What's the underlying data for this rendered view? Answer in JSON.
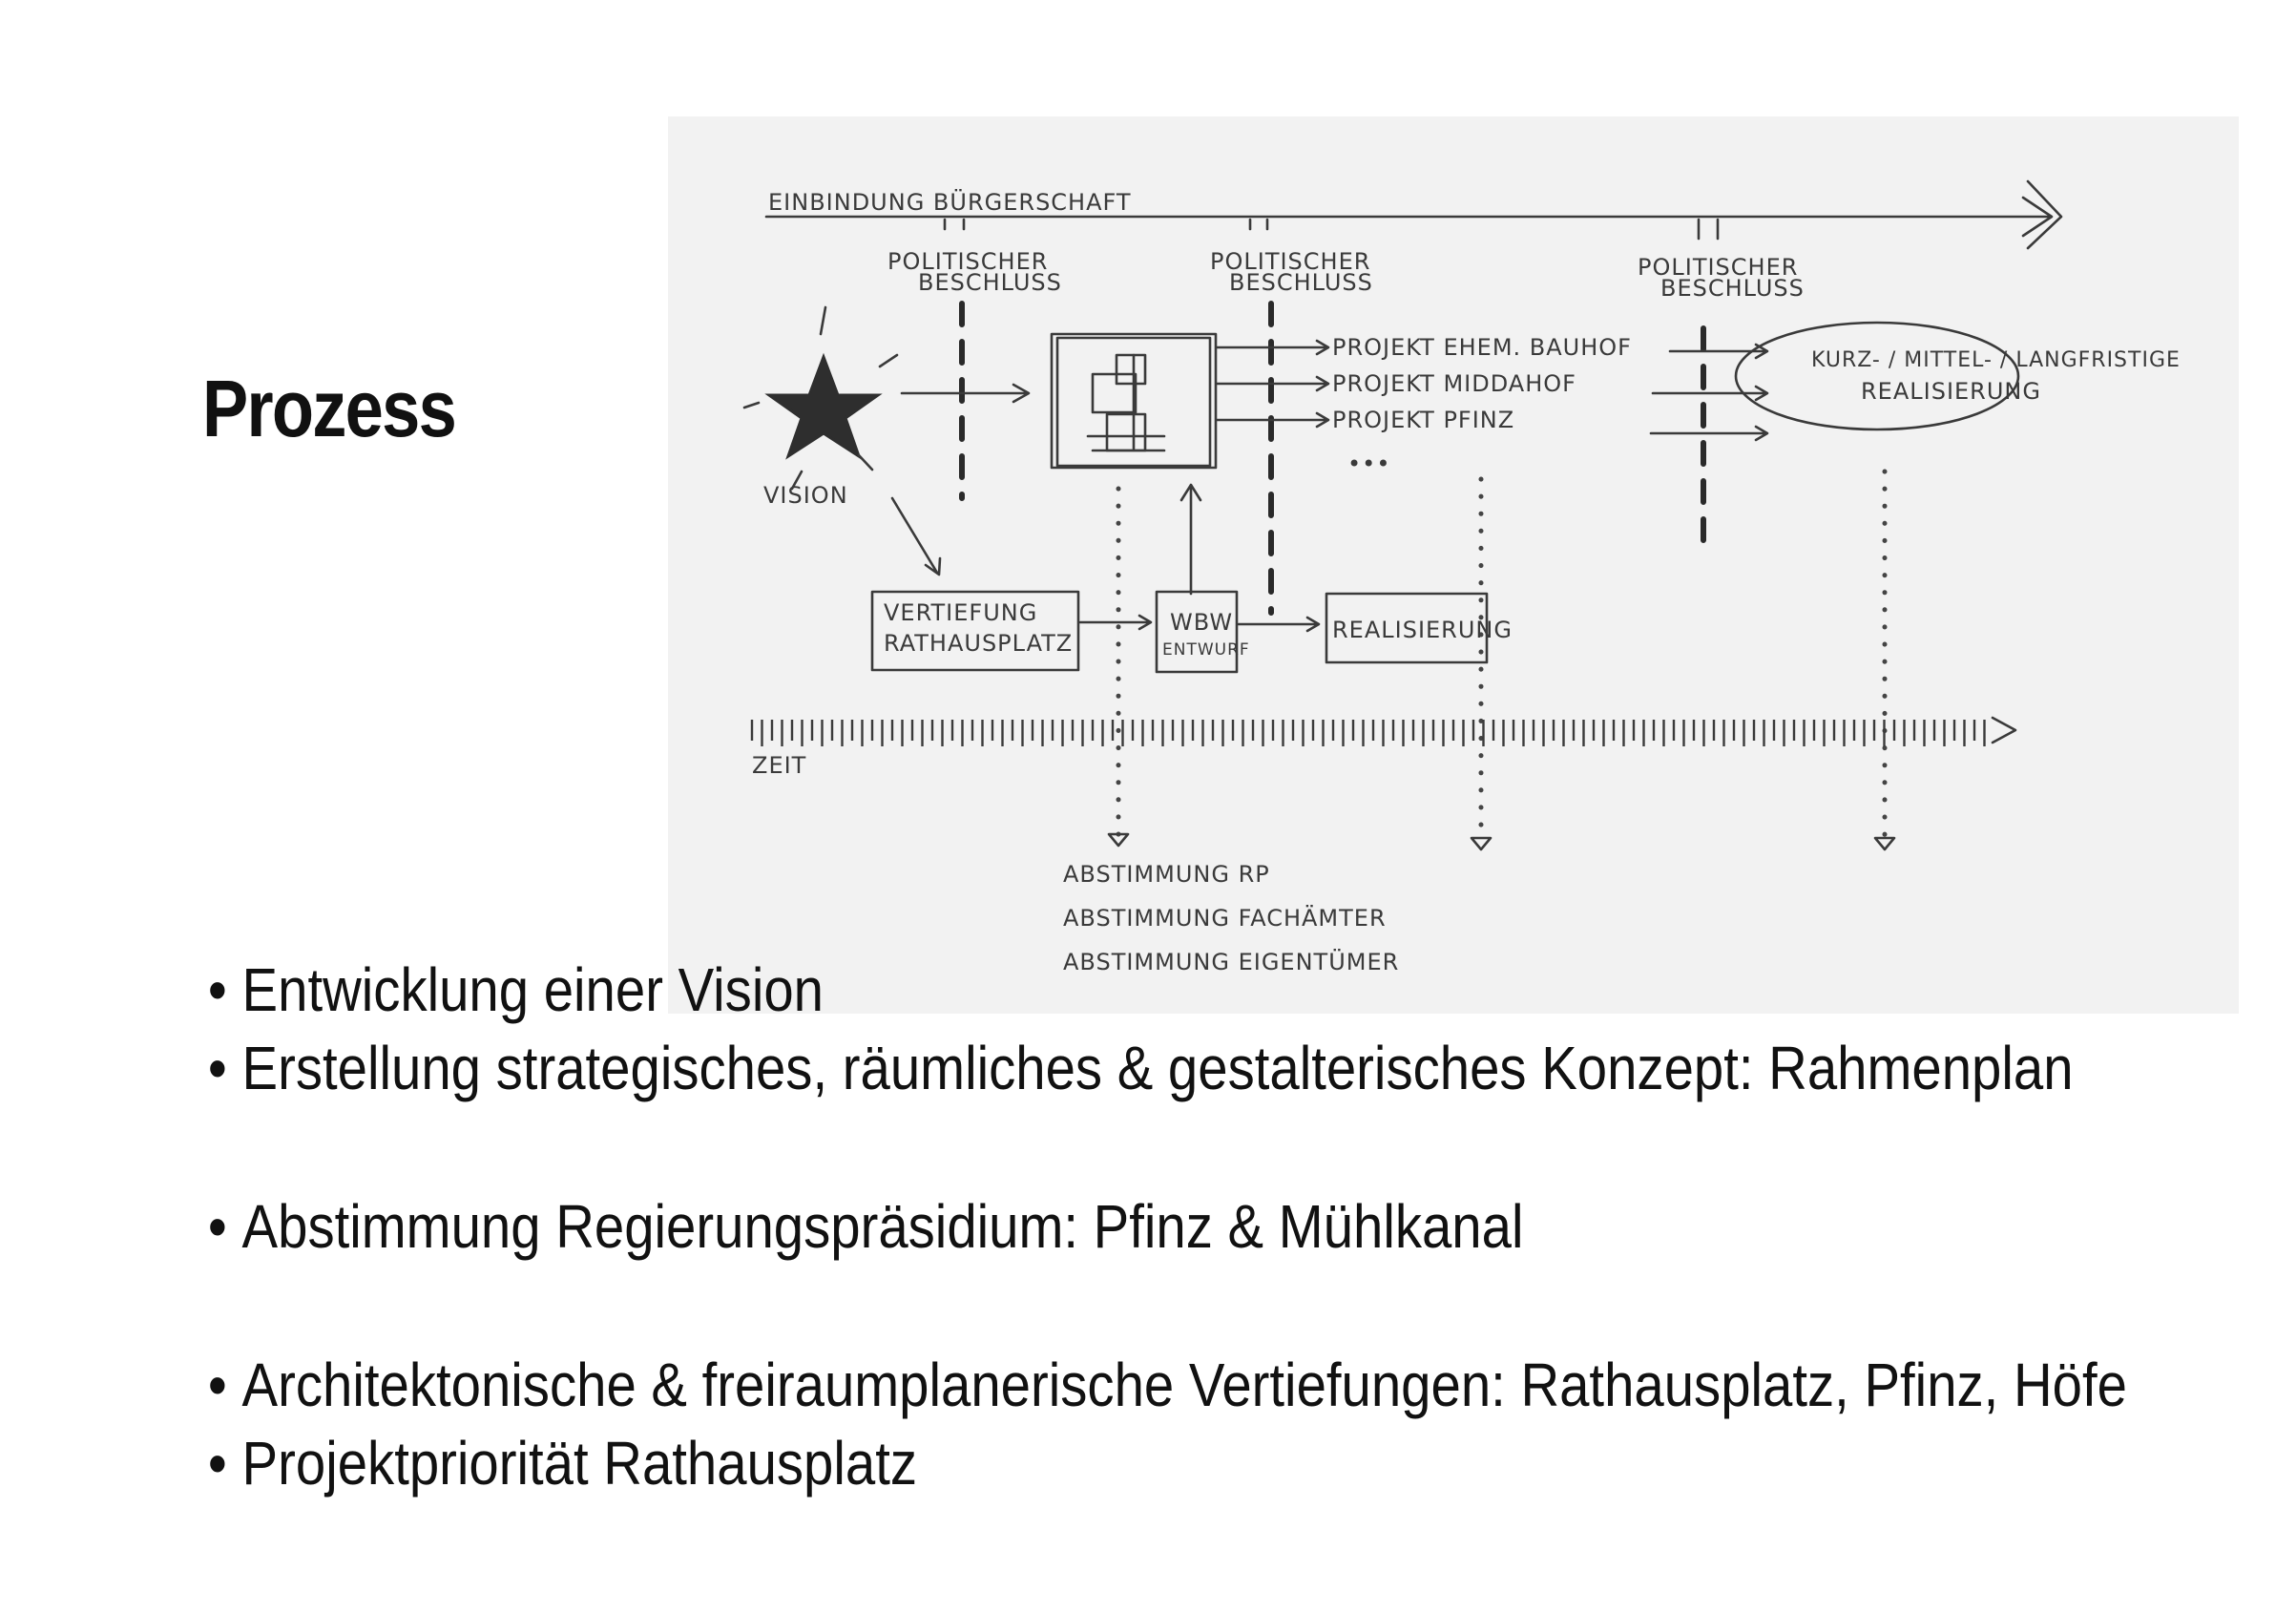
{
  "title": "Prozess",
  "diagram": {
    "top_arrow_label": "EINBINDUNG BÜRGERSCHAFT",
    "decisions": [
      {
        "line1": "POLITISCHER",
        "line2": "BESCHLUSS"
      },
      {
        "line1": "POLITISCHER",
        "line2": "BESCHLUSS"
      },
      {
        "line1": "POLITISCHER",
        "line2": "BESCHLUSS"
      }
    ],
    "vision_label": "VISION",
    "projects": [
      "PROJEKT EHEM. BAUHOF",
      "PROJEKT MIDDAHOF",
      "PROJEKT PFINZ"
    ],
    "ellipsis": "•••",
    "outcome": {
      "line1": "KURZ- / MITTEL- / LANGFRISTIGE",
      "line2": "REALISIERUNG"
    },
    "vertiefung": {
      "line1": "VERTIEFUNG",
      "line2": "RATHAUSPLATZ"
    },
    "wbw": {
      "line1": "WBW",
      "line2": "ENTWURF"
    },
    "realisierung": "REALISIERUNG",
    "time_label": "ZEIT",
    "coordination": [
      "ABSTIMMUNG RP",
      "ABSTIMMUNG FACHÄMTER",
      "ABSTIMMUNG EIGENTÜMER"
    ]
  },
  "bullets": [
    "Entwicklung einer Vision",
    "Erstellung strategisches, räumliches & gestalterisches Konzept: Rahmenplan",
    "Abstimmung Regierungspräsidium: Pfinz & Mühlkanal",
    "Architektonische & freiraumplanerische Vertiefungen: Rathausplatz, Pfinz, Höfe",
    "Projektpriorität Rathausplatz"
  ]
}
